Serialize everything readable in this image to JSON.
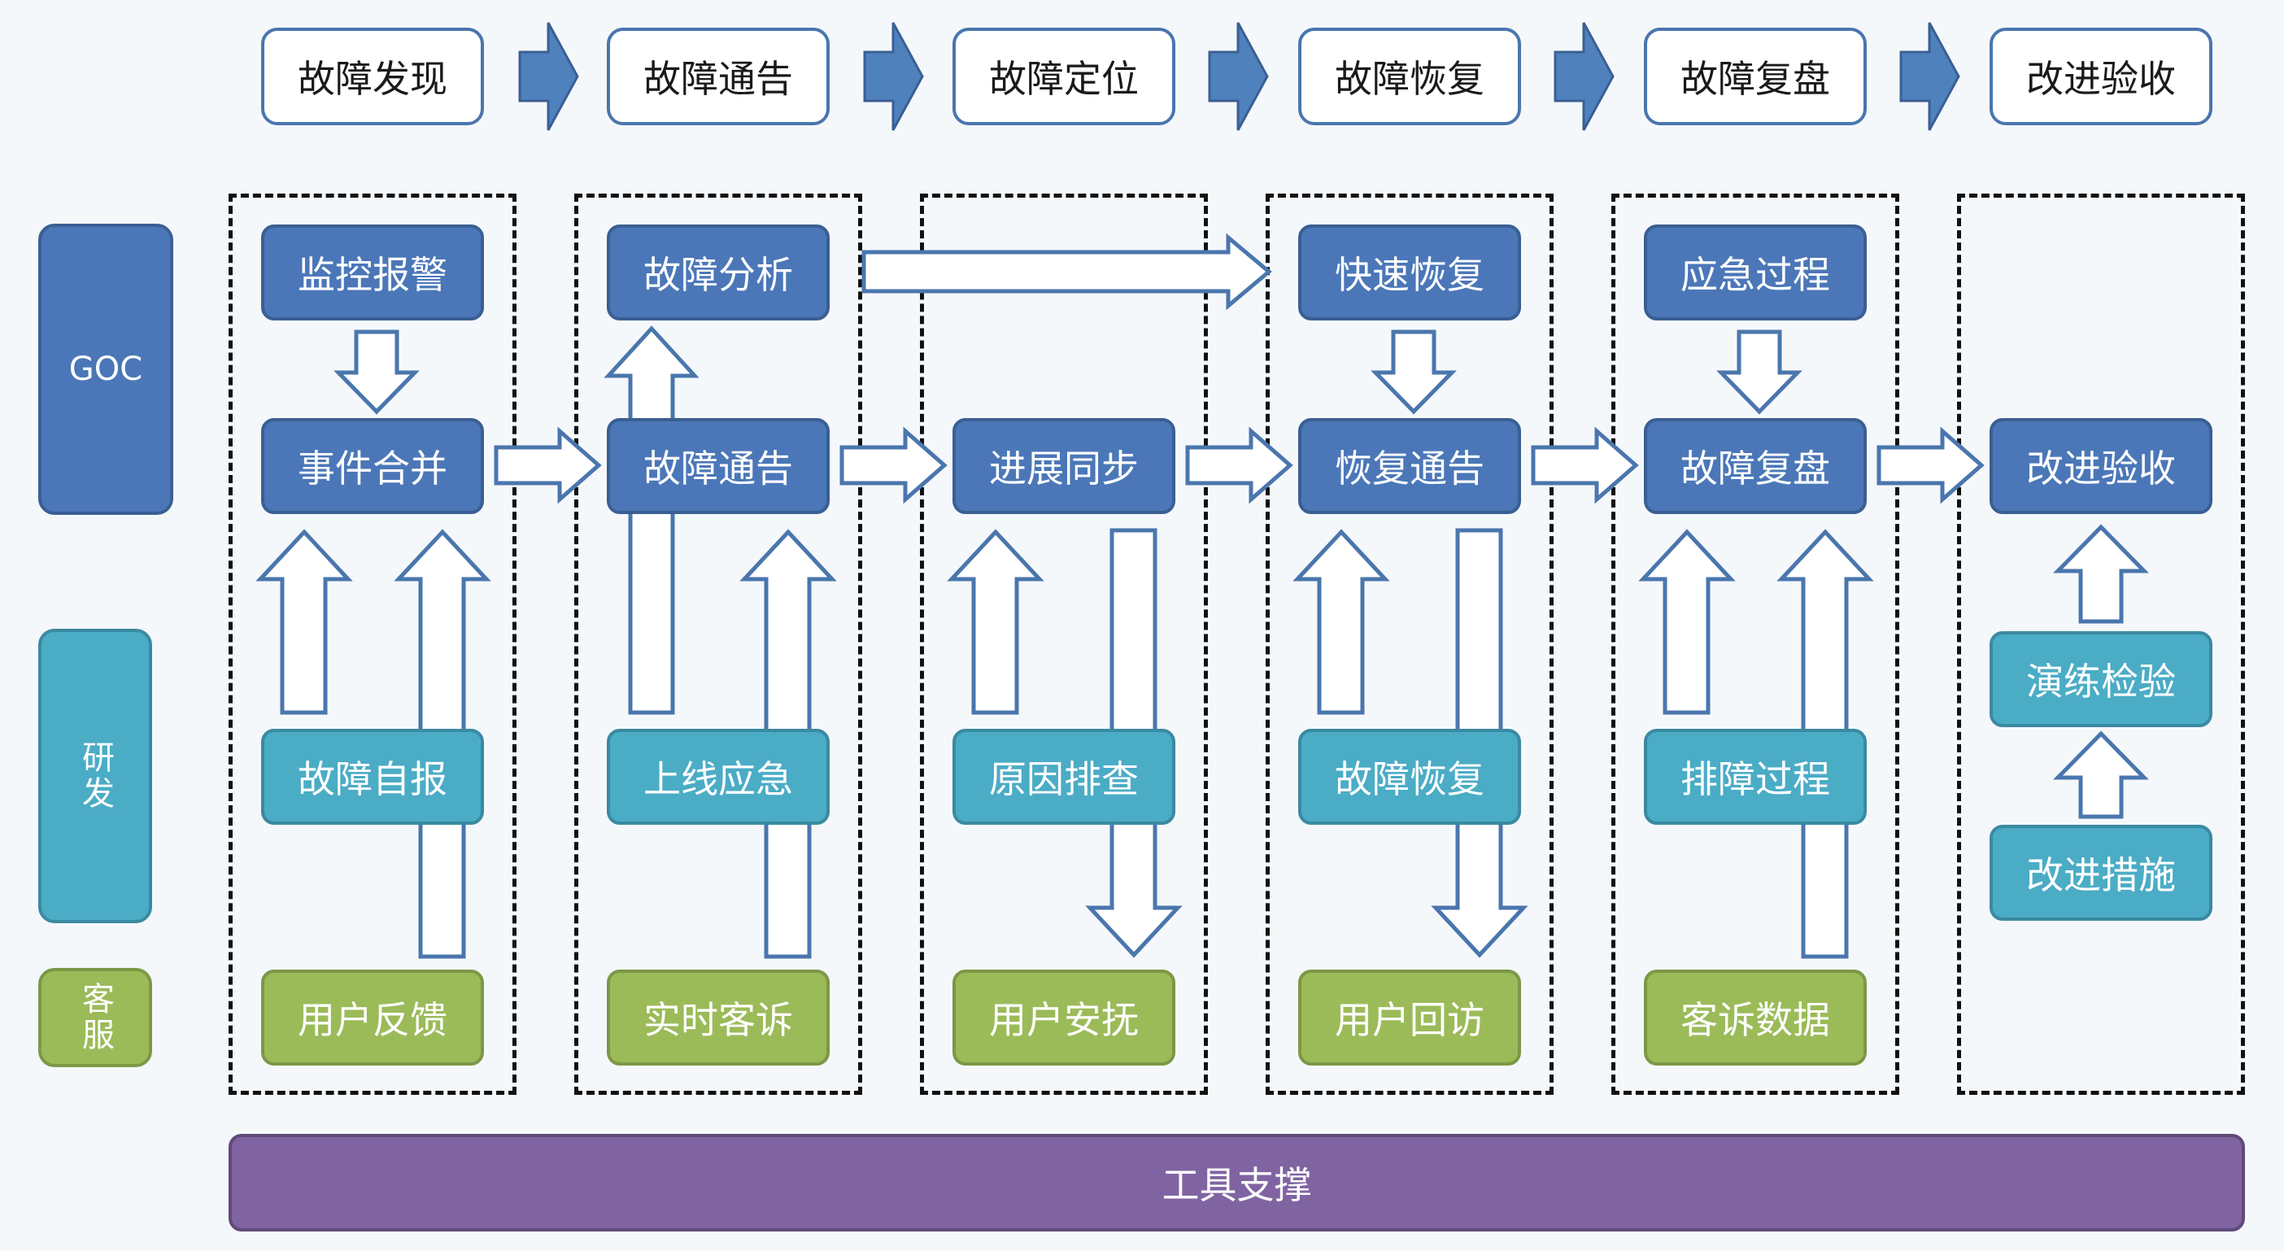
{
  "phases": [
    "故障发现",
    "故障通告",
    "故障定位",
    "故障恢复",
    "故障复盘",
    "改进验收"
  ],
  "lanes": {
    "goc": "GOC",
    "dev": "研发",
    "cs": "客服"
  },
  "nodes": {
    "c1": {
      "top": "监控报警",
      "mid": "事件合并",
      "dev": "故障自报",
      "cs": "用户反馈"
    },
    "c2": {
      "top": "故障分析",
      "mid": "故障通告",
      "dev": "上线应急",
      "cs": "实时客诉"
    },
    "c3": {
      "mid": "进展同步",
      "dev": "原因排查",
      "cs": "用户安抚"
    },
    "c4": {
      "top": "快速恢复",
      "mid": "恢复通告",
      "dev": "故障恢复",
      "cs": "用户回访"
    },
    "c5": {
      "top": "应急过程",
      "mid": "故障复盘",
      "dev": "排障过程",
      "cs": "客诉数据"
    },
    "c6": {
      "mid": "改进验收",
      "dev1": "演练检验",
      "dev2": "改进措施"
    }
  },
  "footer": "工具支撑",
  "colors": {
    "goc": "#4b77b8",
    "dev": "#4bacc6",
    "cs": "#9bbb59",
    "tool": "#8064a2",
    "arrow_stroke": "#4a76ad",
    "phase_border": "#4a76ad"
  }
}
